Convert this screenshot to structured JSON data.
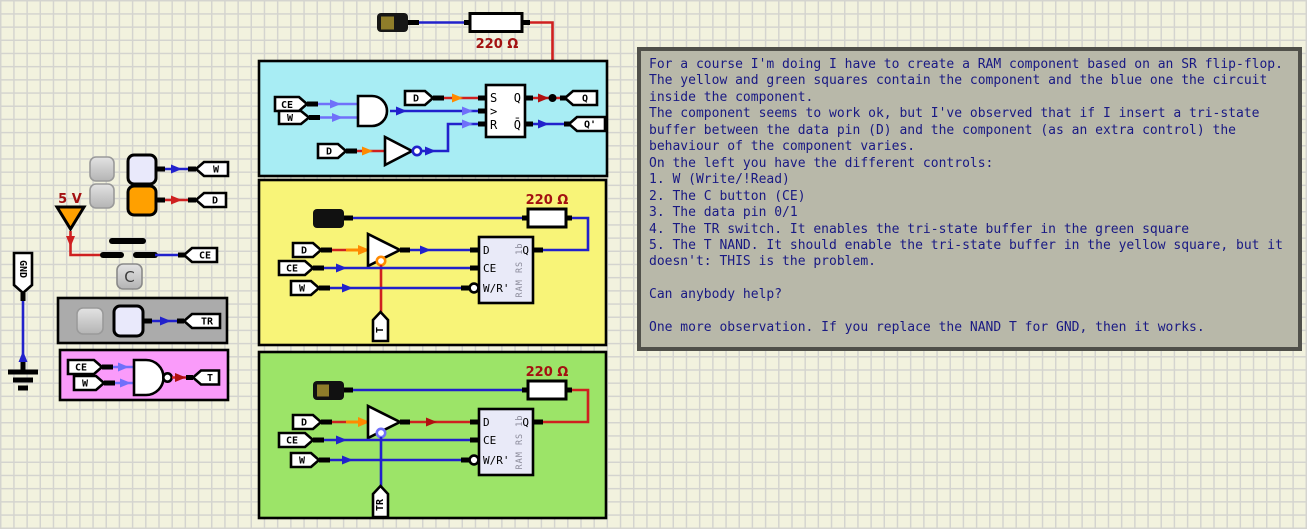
{
  "labels": {
    "ce": "CE",
    "w": "W",
    "d": "D",
    "q": "Q",
    "q_prime": "Q'",
    "t": "T",
    "tr": "TR",
    "gnd": "GND",
    "c_button": "C",
    "supply": "5 V",
    "resistor": "220 Ω"
  },
  "sr_block": {
    "s": "S",
    "clk": ">",
    "r": "R",
    "q": "Q",
    "qbar": "Q̄"
  },
  "ram_block": {
    "name": "RAM RS 1b",
    "d": "D",
    "ce": "CE",
    "wr": "W/R'",
    "q": "Q"
  },
  "note": {
    "text": "For a course I'm doing I have to create a RAM component based on an SR flip-flop.\nThe yellow and green squares contain the component and the blue one the circuit\ninside the component.\nThe component seems to work ok, but I've observed that if I insert a tri-state\nbuffer between the data pin (D) and the component (as an extra control) the\nbehaviour of the component varies.\nOn the left you have the different controls:\n1. W (Write/!Read)\n2. The C button (CE)\n3. The data pin 0/1\n4. The TR switch. It enables the tri-state buffer in the green square\n5. The T NAND. It should enable the tri-state buffer in the yellow square, but it\ndoesn't: THIS is the problem.\n\nCan anybody help?\n\nOne more observation. If you replace the NAND T for GND, then it works."
  },
  "colors": {
    "box_blue": "#a8edf4",
    "box_yellow": "#f8f478",
    "box_green": "#9ce468",
    "box_pink": "#fa9bfa",
    "box_gray": "#ababab",
    "wire_high": "#cf2020",
    "wire_low": "#2121cc",
    "wire_bus": "#7070fa",
    "arrow_hiz": "#ff8a00",
    "value_label": "#a31111",
    "note_text": "#191983"
  }
}
